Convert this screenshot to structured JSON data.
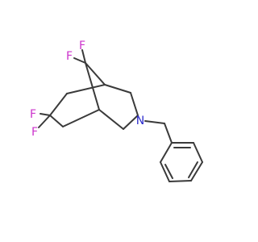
{
  "molecule": {
    "atoms": {
      "f1": {
        "symbol": "F",
        "element": "fluorine"
      },
      "f2": {
        "symbol": "F",
        "element": "fluorine"
      },
      "f3": {
        "symbol": "F",
        "element": "fluorine"
      },
      "f4": {
        "symbol": "F",
        "element": "fluorine"
      },
      "n1": {
        "symbol": "N",
        "element": "nitrogen"
      }
    },
    "colors": {
      "bond": "#3a3a3a",
      "fluorine": "#cc33cc",
      "nitrogen": "#2b2bcc",
      "background": "#ffffff"
    }
  }
}
